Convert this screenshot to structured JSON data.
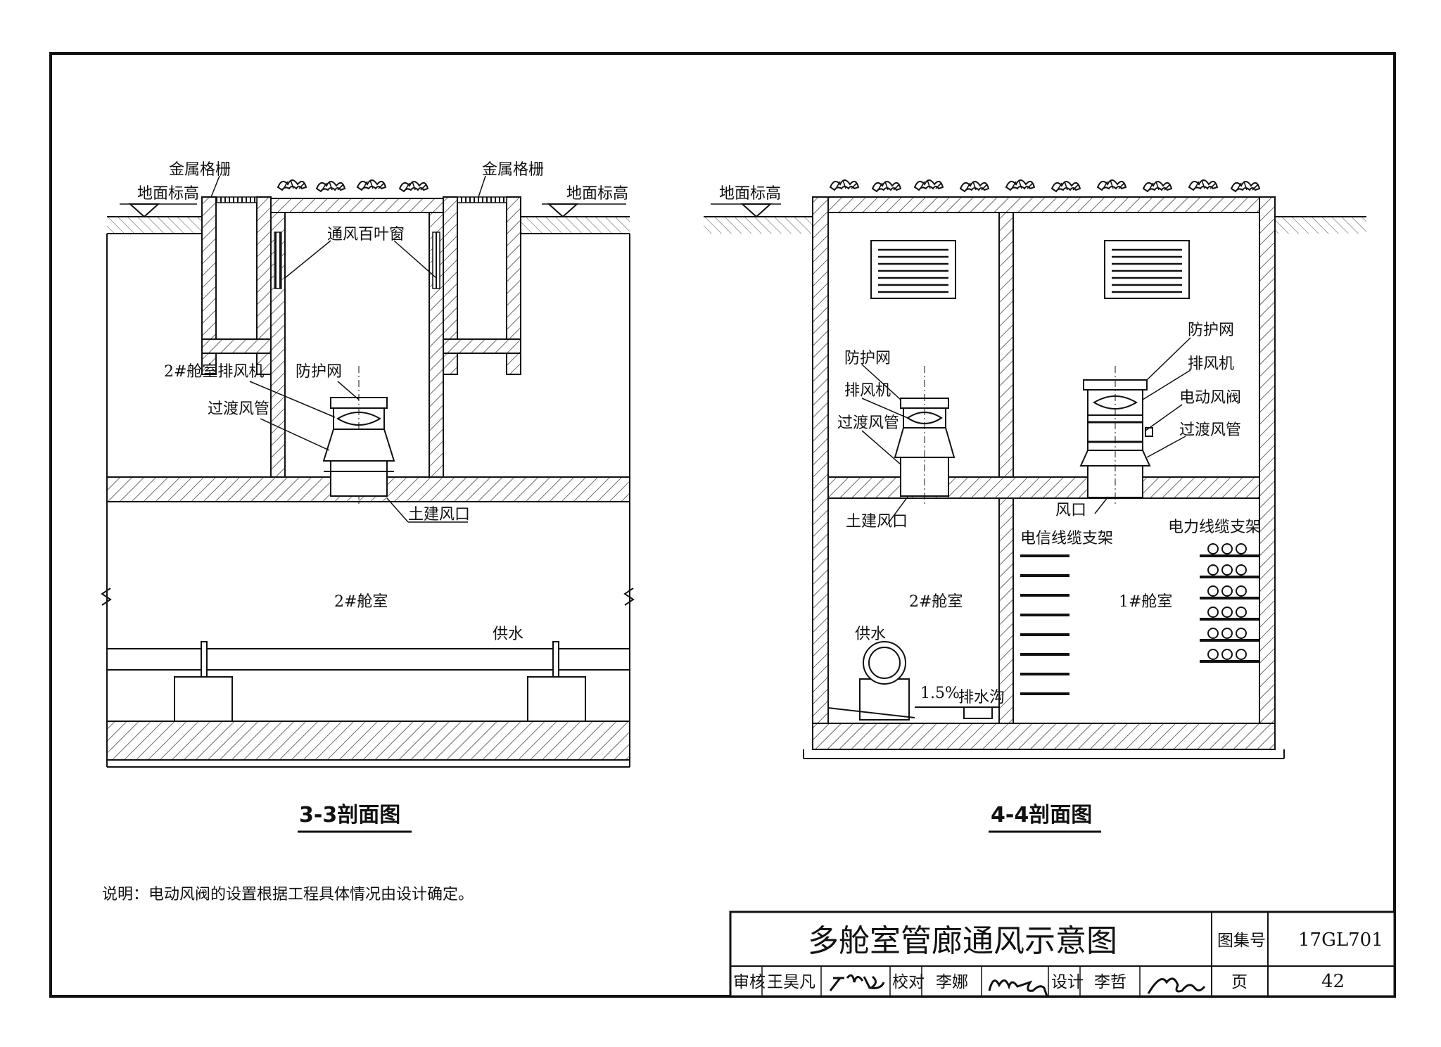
{
  "section_33": {
    "title": "3-3剖面图",
    "labels": {
      "metal_grate_left": "金属格栅",
      "metal_grate_right": "金属格栅",
      "ground_level_left": "地面标高",
      "ground_level_right": "地面标高",
      "louver": "通风百叶窗",
      "exhaust_fan": "2#舱室排风机",
      "guard_net": "防护网",
      "transition_duct": "过渡风管",
      "civil_opening": "土建风口",
      "chamber": "2#舱室",
      "water_supply": "供水"
    }
  },
  "section_44": {
    "title": "4-4剖面图",
    "labels": {
      "ground_level": "地面标高",
      "guard_net_left": "防护网",
      "exhaust_fan_left": "排风机",
      "transition_duct_left": "过渡风管",
      "civil_opening": "土建风口",
      "guard_net_right": "防护网",
      "exhaust_fan_right": "排风机",
      "electric_damper": "电动风阀",
      "transition_duct_right": "过渡风管",
      "air_opening": "风口",
      "telecom_rack": "电信线缆支架",
      "power_rack": "电力线缆支架",
      "chamber_2": "2#舱室",
      "chamber_1": "1#舱室",
      "water_supply": "供水",
      "slope": "1.5%",
      "drain": "排水沟"
    }
  },
  "note": "说明：电动风阀的设置根据工程具体情况由设计确定。",
  "title_block": {
    "drawing_title": "多舱室管廊通风示意图",
    "atlas_no_label": "图集号",
    "atlas_no": "17GL701",
    "review_label": "审核",
    "reviewer": "王昊凡",
    "check_label": "校对",
    "checker": "李娜",
    "design_label": "设计",
    "designer": "李哲",
    "page_label": "页",
    "page_no": "42",
    "signature_reviewer": "王昊凡",
    "signature_checker": "李娜",
    "signature_designer": "李哲"
  },
  "colors": {
    "line": "#111111",
    "paper": "#ffffff",
    "hatch": "#555555"
  }
}
